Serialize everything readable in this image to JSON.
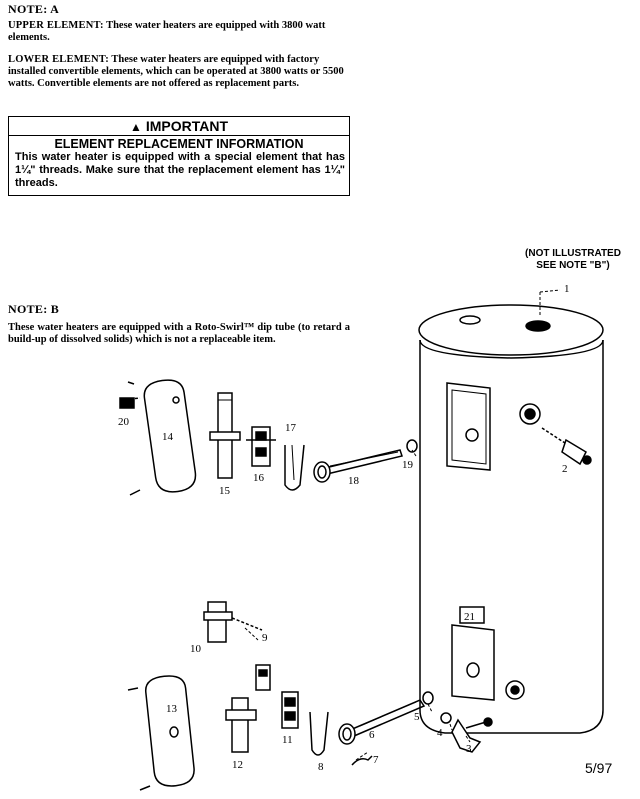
{
  "note_a": {
    "heading": "NOTE: A",
    "upper_lead": "UPPER ELEMENT:",
    "upper_text": "These water heaters are equipped with 3800 watt elements.",
    "lower_lead": "LOWER ELEMENT:",
    "lower_text": "These water heaters are equipped with factory installed convertible elements, which can be operated at 3800 watts or 5500 watts. Convertible elements are not offered as replacement parts."
  },
  "important": {
    "title": "IMPORTANT",
    "subtitle": "ELEMENT REPLACEMENT INFORMATION",
    "body": "This water heater is equipped with a special element that has 1¼\" threads. Make sure that the replacement element has 1¼\" threads."
  },
  "not_illustrated": {
    "line1": "(NOT ILLUSTRATED",
    "line2": "SEE NOTE \"B\")"
  },
  "note_b": {
    "heading": "NOTE: B",
    "text": "These water heaters are equipped with a Roto-Swirl™ dip tube (to retard a build-up of dissolved solids) which is not a replaceable item."
  },
  "callouts": {
    "c1": "1",
    "c2": "2",
    "c3": "3",
    "c4": "4",
    "c5": "5",
    "c6": "6",
    "c7": "7",
    "c8": "8",
    "c9": "9",
    "c10": "10",
    "c11": "11",
    "c12": "12",
    "c13": "13",
    "c14": "14",
    "c15": "15",
    "c16": "16",
    "c17": "17",
    "c18": "18",
    "c19": "19",
    "c20": "20",
    "c21": "21"
  },
  "date_code": "5/97"
}
